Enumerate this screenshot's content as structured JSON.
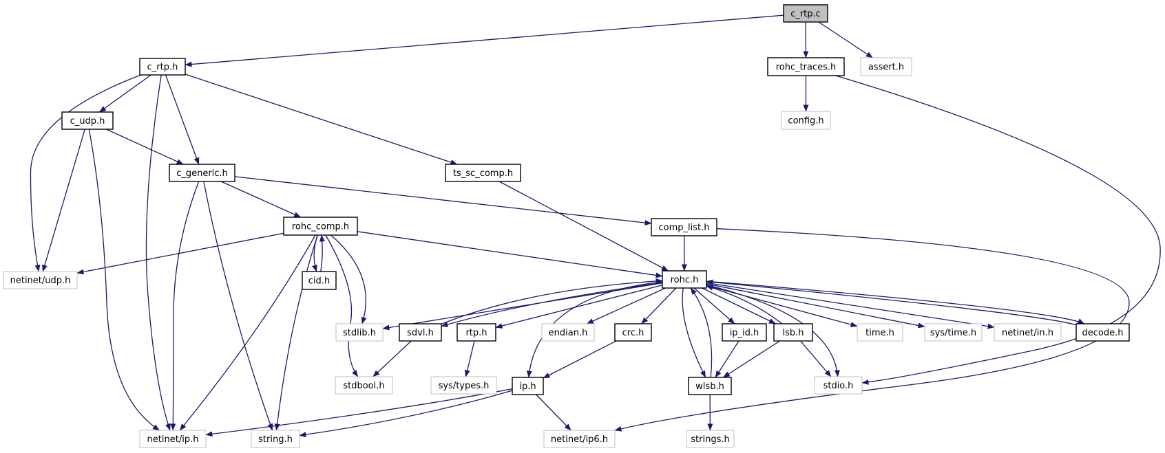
{
  "nodes": [
    {
      "id": "c_rtp_c",
      "label": "c_rtp.c",
      "kind": "root"
    },
    {
      "id": "c_rtp_h",
      "label": "c_rtp.h",
      "kind": "doc"
    },
    {
      "id": "rohc_traces_h",
      "label": "rohc_traces.h",
      "kind": "doc"
    },
    {
      "id": "assert_h",
      "label": "assert.h",
      "kind": "ext"
    },
    {
      "id": "config_h",
      "label": "config.h",
      "kind": "ext"
    },
    {
      "id": "c_udp_h",
      "label": "c_udp.h",
      "kind": "doc"
    },
    {
      "id": "c_generic_h",
      "label": "c_generic.h",
      "kind": "doc"
    },
    {
      "id": "ts_sc_comp_h",
      "label": "ts_sc_comp.h",
      "kind": "doc"
    },
    {
      "id": "rohc_comp_h",
      "label": "rohc_comp.h",
      "kind": "doc"
    },
    {
      "id": "comp_list_h",
      "label": "comp_list.h",
      "kind": "doc"
    },
    {
      "id": "netinet_udp_h",
      "label": "netinet/udp.h",
      "kind": "ext"
    },
    {
      "id": "cid_h",
      "label": "cid.h",
      "kind": "doc"
    },
    {
      "id": "rohc_h",
      "label": "rohc.h",
      "kind": "doc"
    },
    {
      "id": "stdlib_h",
      "label": "stdlib.h",
      "kind": "ext"
    },
    {
      "id": "sdvl_h",
      "label": "sdvl.h",
      "kind": "doc"
    },
    {
      "id": "rtp_h",
      "label": "rtp.h",
      "kind": "doc"
    },
    {
      "id": "endian_h",
      "label": "endian.h",
      "kind": "ext"
    },
    {
      "id": "crc_h",
      "label": "crc.h",
      "kind": "doc"
    },
    {
      "id": "ip_id_h",
      "label": "ip_id.h",
      "kind": "doc"
    },
    {
      "id": "lsb_h",
      "label": "lsb.h",
      "kind": "doc"
    },
    {
      "id": "time_h",
      "label": "time.h",
      "kind": "ext"
    },
    {
      "id": "sys_time_h",
      "label": "sys/time.h",
      "kind": "ext"
    },
    {
      "id": "netinet_in_h",
      "label": "netinet/in.h",
      "kind": "ext"
    },
    {
      "id": "decode_h",
      "label": "decode.h",
      "kind": "doc"
    },
    {
      "id": "stdbool_h",
      "label": "stdbool.h",
      "kind": "ext"
    },
    {
      "id": "sys_types_h",
      "label": "sys/types.h",
      "kind": "ext"
    },
    {
      "id": "ip_h",
      "label": "ip.h",
      "kind": "doc"
    },
    {
      "id": "wlsb_h",
      "label": "wlsb.h",
      "kind": "doc"
    },
    {
      "id": "stdio_h",
      "label": "stdio.h",
      "kind": "ext"
    },
    {
      "id": "netinet_ip_h",
      "label": "netinet/ip.h",
      "kind": "ext"
    },
    {
      "id": "string_h",
      "label": "string.h",
      "kind": "ext"
    },
    {
      "id": "netinet_ip6_h",
      "label": "netinet/ip6.h",
      "kind": "ext"
    },
    {
      "id": "strings_h",
      "label": "strings.h",
      "kind": "ext"
    }
  ],
  "edges": [
    [
      "c_rtp_c",
      "c_rtp_h"
    ],
    [
      "c_rtp_c",
      "rohc_traces_h"
    ],
    [
      "c_rtp_c",
      "assert_h"
    ],
    [
      "rohc_traces_h",
      "config_h"
    ],
    [
      "rohc_traces_h",
      "stdio_h"
    ],
    [
      "c_rtp_h",
      "c_udp_h"
    ],
    [
      "c_rtp_h",
      "c_generic_h"
    ],
    [
      "c_rtp_h",
      "ts_sc_comp_h"
    ],
    [
      "c_rtp_h",
      "netinet_udp_h"
    ],
    [
      "c_rtp_h",
      "netinet_ip_h"
    ],
    [
      "c_udp_h",
      "c_generic_h"
    ],
    [
      "c_udp_h",
      "netinet_udp_h"
    ],
    [
      "c_udp_h",
      "netinet_ip_h"
    ],
    [
      "c_generic_h",
      "rohc_comp_h"
    ],
    [
      "c_generic_h",
      "comp_list_h"
    ],
    [
      "c_generic_h",
      "netinet_ip_h"
    ],
    [
      "c_generic_h",
      "string_h"
    ],
    [
      "ts_sc_comp_h",
      "rohc_h"
    ],
    [
      "rohc_comp_h",
      "netinet_udp_h"
    ],
    [
      "rohc_comp_h",
      "cid_h"
    ],
    [
      "rohc_comp_h",
      "rohc_h"
    ],
    [
      "rohc_comp_h",
      "stdlib_h"
    ],
    [
      "rohc_comp_h",
      "stdbool_h"
    ],
    [
      "rohc_comp_h",
      "netinet_ip_h"
    ],
    [
      "rohc_comp_h",
      "string_h"
    ],
    [
      "cid_h",
      "rohc_comp_h"
    ],
    [
      "comp_list_h",
      "rohc_h"
    ],
    [
      "comp_list_h",
      "netinet_ip6_h"
    ],
    [
      "rohc_h",
      "stdlib_h"
    ],
    [
      "rohc_h",
      "sdvl_h"
    ],
    [
      "rohc_h",
      "rtp_h"
    ],
    [
      "rohc_h",
      "endian_h"
    ],
    [
      "rohc_h",
      "crc_h"
    ],
    [
      "rohc_h",
      "ip_h"
    ],
    [
      "rohc_h",
      "ip_id_h"
    ],
    [
      "rohc_h",
      "lsb_h"
    ],
    [
      "rohc_h",
      "wlsb_h"
    ],
    [
      "rohc_h",
      "stdio_h"
    ],
    [
      "rohc_h",
      "time_h"
    ],
    [
      "rohc_h",
      "sys_time_h"
    ],
    [
      "rohc_h",
      "netinet_in_h"
    ],
    [
      "rohc_h",
      "decode_h"
    ],
    [
      "sdvl_h",
      "rohc_h"
    ],
    [
      "sdvl_h",
      "stdbool_h"
    ],
    [
      "rtp_h",
      "sys_types_h"
    ],
    [
      "crc_h",
      "ip_h"
    ],
    [
      "ip_id_h",
      "wlsb_h"
    ],
    [
      "lsb_h",
      "rohc_h"
    ],
    [
      "lsb_h",
      "wlsb_h"
    ],
    [
      "lsb_h",
      "stdio_h"
    ],
    [
      "decode_h",
      "rohc_h"
    ],
    [
      "wlsb_h",
      "rohc_h"
    ],
    [
      "wlsb_h",
      "strings_h"
    ],
    [
      "ip_h",
      "netinet_ip_h"
    ],
    [
      "ip_h",
      "string_h"
    ],
    [
      "ip_h",
      "netinet_ip6_h"
    ]
  ]
}
